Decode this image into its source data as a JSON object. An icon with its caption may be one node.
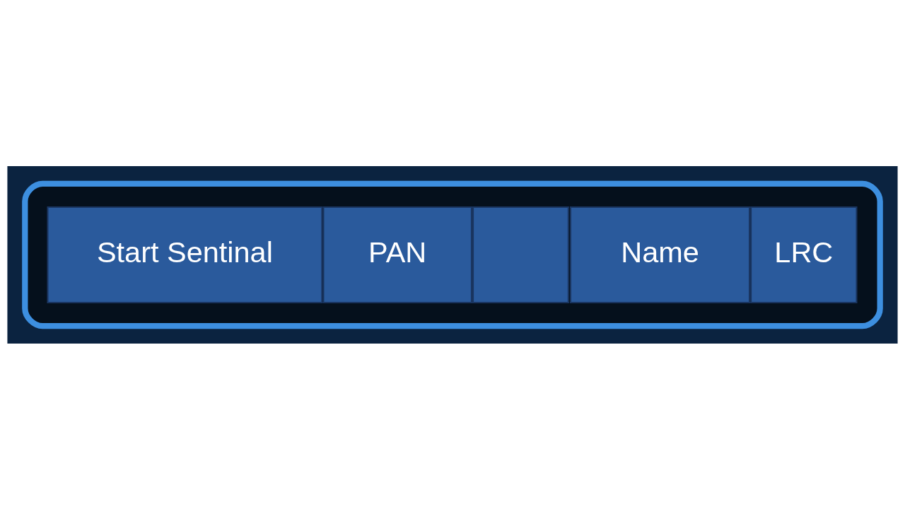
{
  "diagram": {
    "nodes": [
      {
        "text": [],
        "shape": "bar"
      },
      {
        "text": [
          "Start Sentinal"
        ],
        "in": 0
      },
      {
        "text": [
          "PAN"
        ],
        "in": 0
      },
      {
        "text": [],
        "shape": "box",
        "in": 0
      },
      {
        "text": [
          "Name"
        ],
        "in": 0
      },
      {
        "text": [
          "LRC"
        ],
        "in": 0
      }
    ]
  }
}
